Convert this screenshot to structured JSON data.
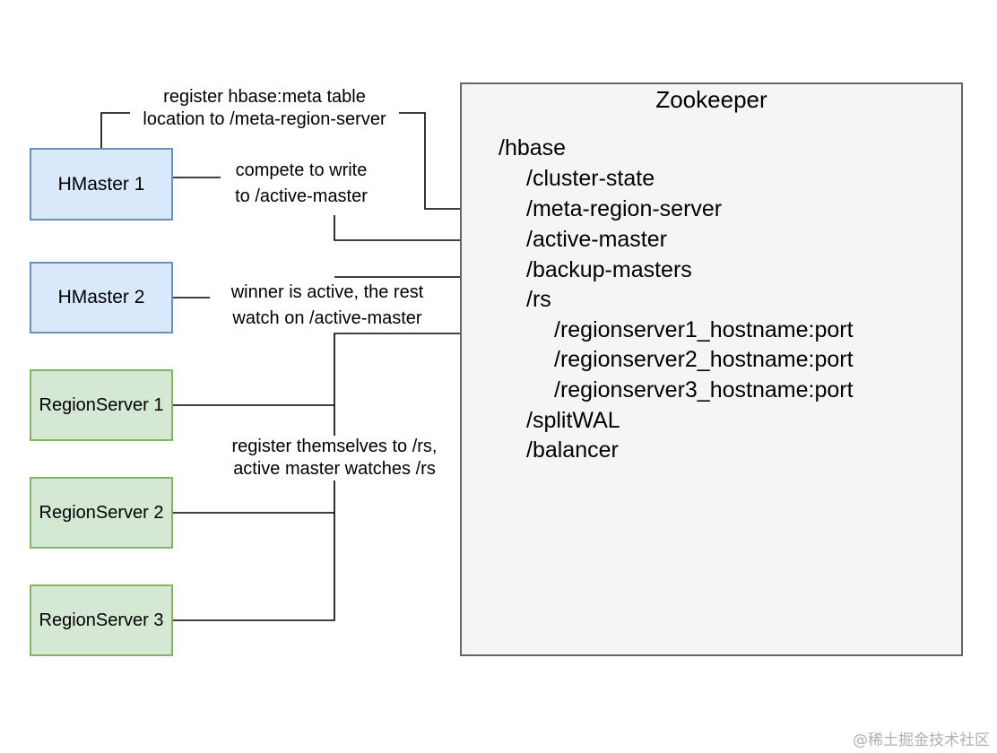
{
  "zookeeper": {
    "title": "Zookeeper",
    "nodes": [
      "/hbase",
      "/cluster-state",
      "/meta-region-server",
      "/active-master",
      "/backup-masters",
      "/rs",
      "/regionserver1_hostname:port",
      "/regionserver2_hostname:port",
      "/regionserver3_hostname:port",
      "/splitWAL",
      "/balancer"
    ]
  },
  "boxes": {
    "hmaster1": "HMaster 1",
    "hmaster2": "HMaster 2",
    "regionserver1": "RegionServer 1",
    "regionserver2": "RegionServer 2",
    "regionserver3": "RegionServer 3"
  },
  "edge_labels": {
    "meta": [
      "register hbase:meta table",
      "location to /meta-region-server"
    ],
    "compete": [
      "compete to write",
      "to /active-master"
    ],
    "winner": [
      "winner is active, the rest",
      "watch on /active-master"
    ],
    "register_rs": [
      "register themselves to /rs,",
      "active master watches /rs"
    ]
  },
  "colors": {
    "hmaster_fill": "#dae8fc",
    "hmaster_border": "#6c8ebf",
    "regionserver_fill": "#d5e8d4",
    "regionserver_border": "#82b366",
    "zookeeper_fill": "#f5f5f5",
    "zookeeper_border": "#666666"
  },
  "watermark": "@稀土掘金技术社区"
}
